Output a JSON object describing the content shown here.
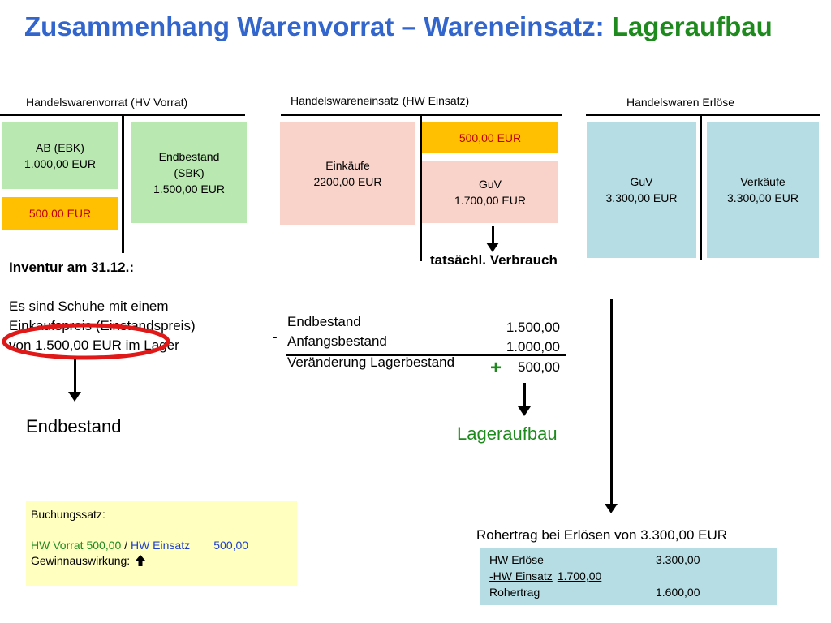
{
  "title": {
    "main": "Zusammenhang  Warenvorrat – Wareneinsatz: ",
    "highlight": "Lageraufbau"
  },
  "accounts": {
    "hv": {
      "label": "Handelswarenvorrat (HV Vorrat)",
      "ab": "AB (EBK)\n1.000,00 EUR",
      "change": "500,00 EUR",
      "end": "Endbestand\n(SBK)\n1.500,00 EUR"
    },
    "hw": {
      "label": "Handelswareneinsatz (HW Einsatz)",
      "purchases": "Einkäufe\n2200,00 EUR",
      "change": "500,00 EUR",
      "guv": "GuV\n1.700,00 EUR",
      "consumption": "tatsächl. Verbrauch"
    },
    "revenue": {
      "label": "Handelswaren Erlöse",
      "guv": "GuV\n3.300,00 EUR",
      "sales": "Verkäufe\n3.300,00 EUR"
    }
  },
  "inventory": {
    "heading": "Inventur am 31.12.:",
    "line1": "Es sind Schuhe mit einem",
    "line2": "Einkaufspreis (Einstandspreis)",
    "line3": "von 1.500,00 EUR im Lager",
    "result": "Endbestand"
  },
  "calc": {
    "rows": [
      {
        "label": "Endbestand",
        "value": "1.500,00"
      },
      {
        "label": "Anfangsbestand",
        "value": "1.000,00"
      },
      {
        "label": "Veränderung Lagerbestand",
        "value": "500,00"
      }
    ],
    "minus": "-",
    "plus": "+",
    "result": "Lageraufbau"
  },
  "booking": {
    "heading": "Buchungssatz:",
    "debit": "HW Vorrat 500,00",
    "slash": " / ",
    "credit": "HW Einsatz",
    "credit_value": "500,00",
    "impact": "Gewinnauswirkung:",
    "impact_icon": "arrow-up-icon"
  },
  "gross_profit": {
    "heading": "Rohertrag bei Erlösen von 3.300,00 EUR",
    "rows": [
      {
        "label": "HW Erlöse",
        "value": "3.300,00"
      },
      {
        "label": "-HW Einsatz",
        "value": "1.700,00"
      },
      {
        "label": "Rohertrag",
        "value": "1.600,00"
      }
    ]
  },
  "colors": {
    "title": "#3366cc",
    "accent_green": "#1e8a1e",
    "red_ellipse": "#e01818"
  }
}
